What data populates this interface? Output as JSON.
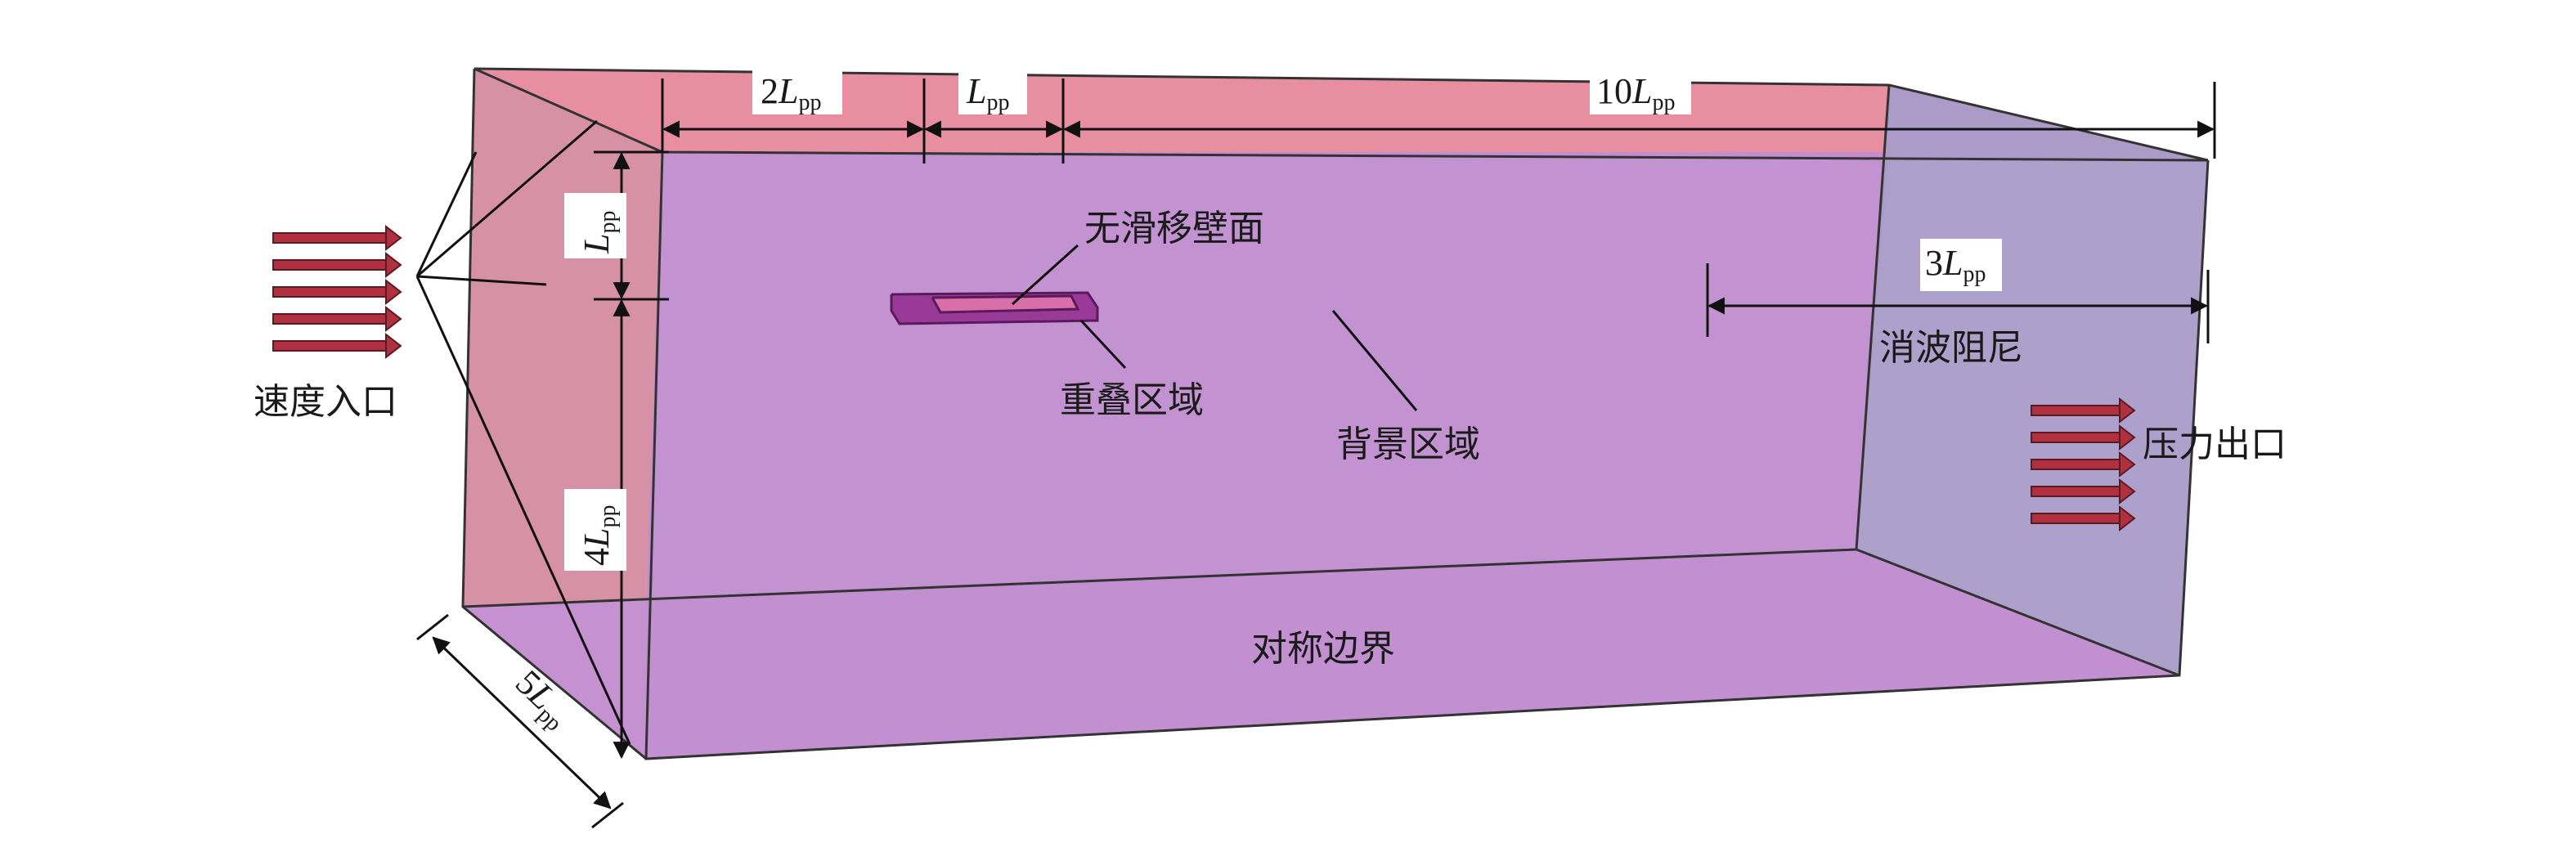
{
  "colors": {
    "top_face": "#e6889b",
    "inlet_face": "#d48ba2",
    "front_face": "#c08ed0",
    "bottom_face": "#c491d2",
    "damping_face": "#a99cc8",
    "damping_top": "#c8919e",
    "arrow_fill": "#b03040",
    "overlap_box": "#9a3a98",
    "wall_plate": "#d86fa8"
  },
  "labels": {
    "velocity_inlet": "速度入口",
    "pressure_outlet": "压力出口",
    "no_slip_wall": "无滑移壁面",
    "overlap_region": "重叠区域",
    "background_region": "背景区域",
    "wave_damping": "消波阻尼",
    "symmetry_boundary": "对称边界"
  },
  "dimensions": {
    "d_2lpp": {
      "coef": "2",
      "sym": "L",
      "sub": "pp"
    },
    "d_lpp_top": {
      "coef": "",
      "sym": "L",
      "sub": "pp"
    },
    "d_10lpp": {
      "coef": "10",
      "sym": "L",
      "sub": "pp"
    },
    "d_lpp_vert": {
      "coef": "",
      "sym": "L",
      "sub": "pp"
    },
    "d_4lpp": {
      "coef": "4",
      "sym": "L",
      "sub": "pp"
    },
    "d_5lpp": {
      "coef": "5",
      "sym": "L",
      "sub": "pp"
    },
    "d_3lpp": {
      "coef": "3",
      "sym": "L",
      "sub": "pp"
    }
  },
  "icons": {
    "inlet_arrows": "right-arrow-icon",
    "outlet_arrows": "right-arrow-icon"
  }
}
